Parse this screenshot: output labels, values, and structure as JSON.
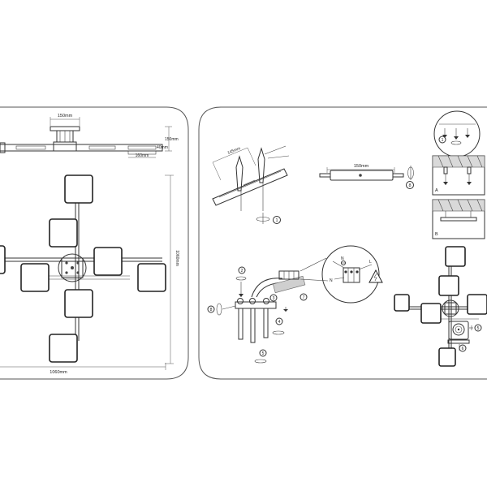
{
  "left_panel": {
    "dims": {
      "top_width": "150mm",
      "right_height": "150mm",
      "right_offset": "40mm",
      "arm_length": "160mm",
      "total_height": "1060mm",
      "total_width": "1060mm"
    }
  },
  "right_panel": {
    "dims": {
      "bolt_spacing": "145mm",
      "plate_width": "150mm"
    },
    "step_numbers": [
      "1",
      "2",
      "3",
      "4",
      "5",
      "6",
      "7",
      "8"
    ],
    "step_labels": {
      "a": "A",
      "b": "B"
    },
    "wiring_labels": {
      "n": "N",
      "l": "L"
    }
  }
}
